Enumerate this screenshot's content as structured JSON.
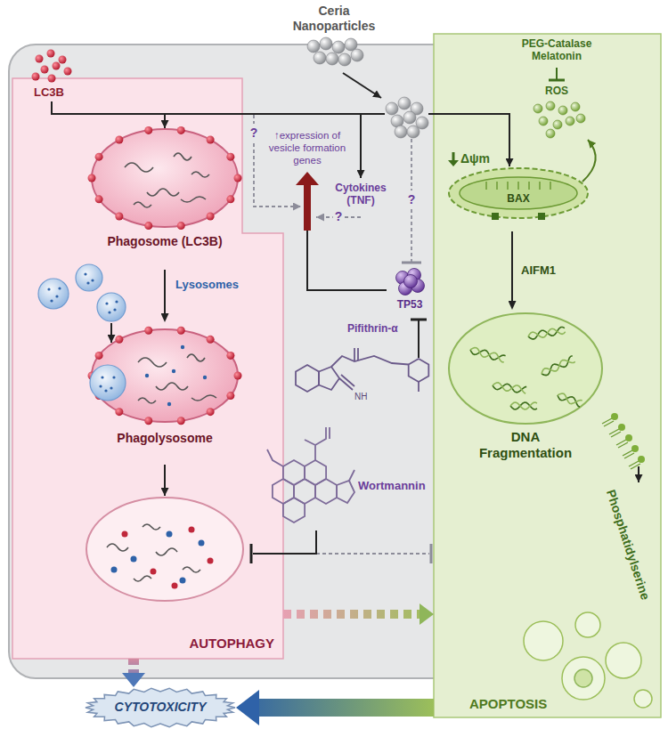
{
  "diagram": {
    "nodes": [
      {
        "text": [
          "AUTOPHAGY"
        ]
      },
      {
        "text": [
          "Phagosome (LC3B)"
        ],
        "in": 0
      },
      {
        "text": [
          "Phagolysosome"
        ],
        "in": 0
      },
      {
        "text": [
          "APOPTOSIS"
        ]
      },
      {
        "text": [
          "Δψm",
          "BAX"
        ],
        "in": 3
      },
      {
        "text": [
          "DNA Fragmentation"
        ],
        "in": 3
      },
      {
        "text": [
          "TP53"
        ]
      },
      {
        "text": [
          "CYTOTOXICITY"
        ]
      }
    ],
    "edges": [
      {
        "from": 1,
        "to": 2,
        "arrow": "to"
      },
      {
        "from": 4,
        "to": 5,
        "label": "AIFM1",
        "arrow": "to"
      },
      {
        "from": 0,
        "to": 7,
        "arrow": "to"
      },
      {
        "from": 3,
        "to": 7,
        "arrow": "to"
      },
      {
        "from": 0,
        "to": 3,
        "arrow": "to"
      }
    ],
    "labels": [
      "Ceria Nanoparticles",
      "PEG-Catalase Melatonin",
      "LC3B",
      "ROS",
      "?",
      "↑expression of vesicle formation genes",
      "Cytokines (TNF)",
      "?",
      "?",
      "Lysosomes",
      "Pifithrin-α",
      "NH",
      "Wortmannin",
      "Phosphatidylserine"
    ]
  }
}
